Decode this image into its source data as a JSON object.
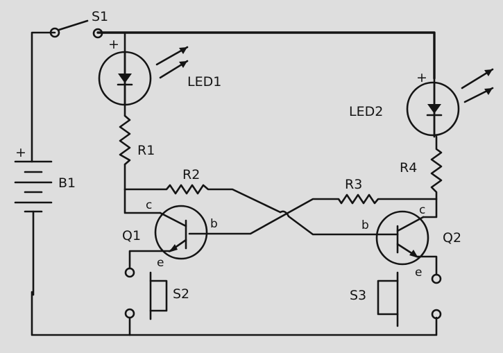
{
  "labels": {
    "s1": "S1",
    "led1": "LED1",
    "led2": "LED2",
    "r1": "R1",
    "r2": "R2",
    "r3": "R3",
    "r4": "R4",
    "b1": "B1",
    "q1": "Q1",
    "q2": "Q2",
    "s2": "S2",
    "s3": "S3",
    "collector": "c",
    "base": "b",
    "emitter": "e",
    "plus": "+"
  },
  "colors": {
    "ink": "#141414",
    "paper": "#dedede"
  }
}
